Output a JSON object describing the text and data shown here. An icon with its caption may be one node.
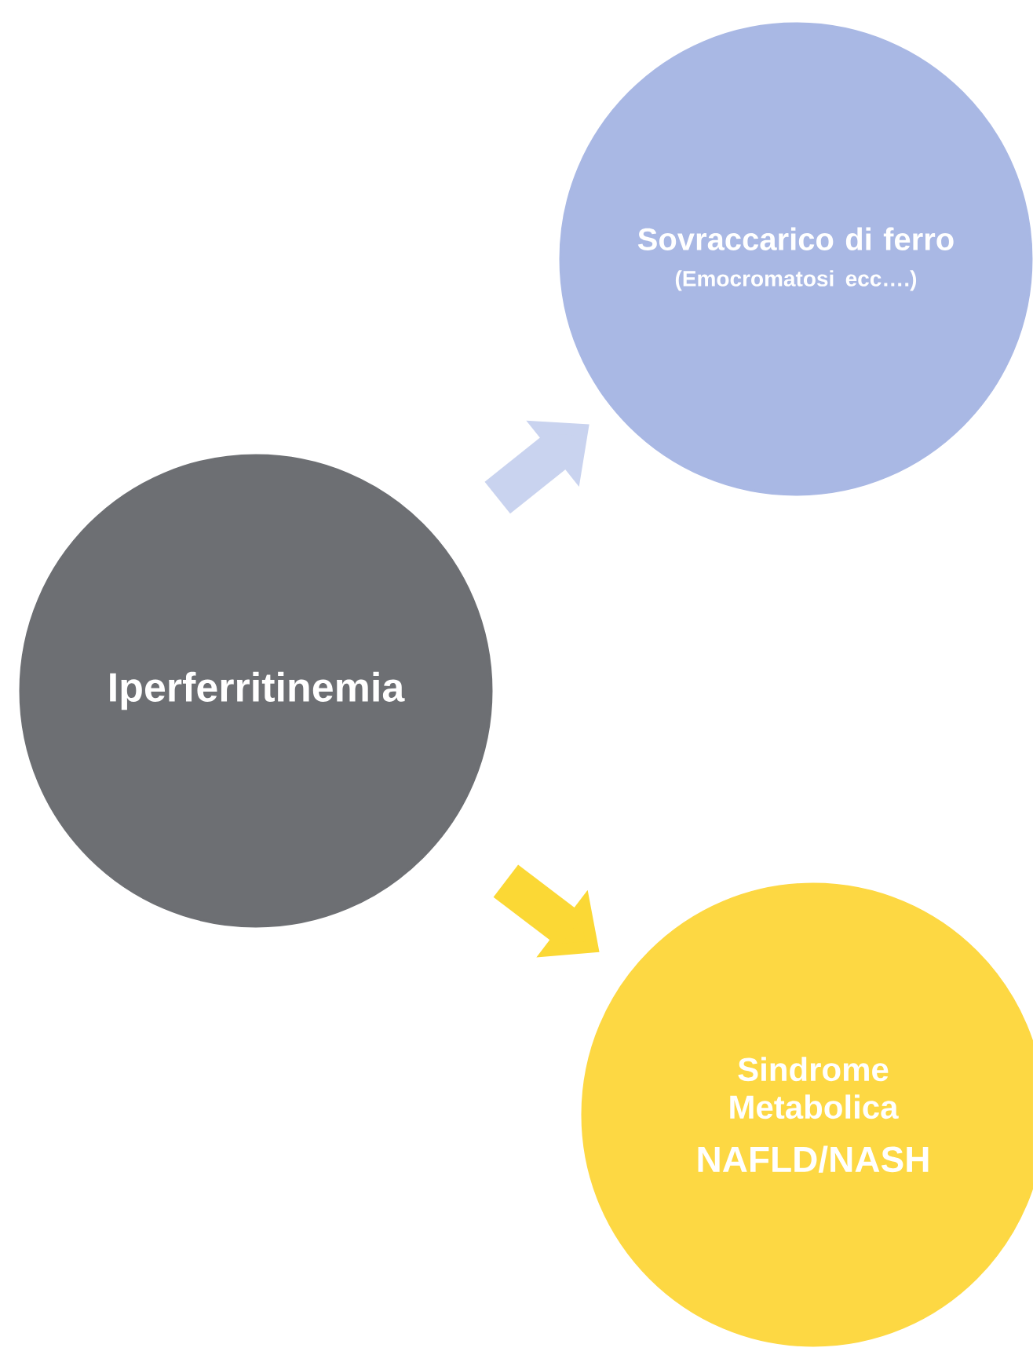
{
  "diagram": {
    "nodes": [
      {
        "text": [
          "Iperferritinemia"
        ]
      },
      {
        "text": [
          "Sovraccarico di ferro",
          "(Emocromatosi ecc….)"
        ]
      },
      {
        "text": [
          "Sindrome Metabolica",
          "NAFLD/NASH"
        ]
      }
    ],
    "edges": [
      {
        "from": 0,
        "to": 1,
        "arrow": "to",
        "color": "#c9d3ef"
      },
      {
        "from": 0,
        "to": 2,
        "arrow": "to",
        "color": "#fbd835"
      }
    ]
  }
}
